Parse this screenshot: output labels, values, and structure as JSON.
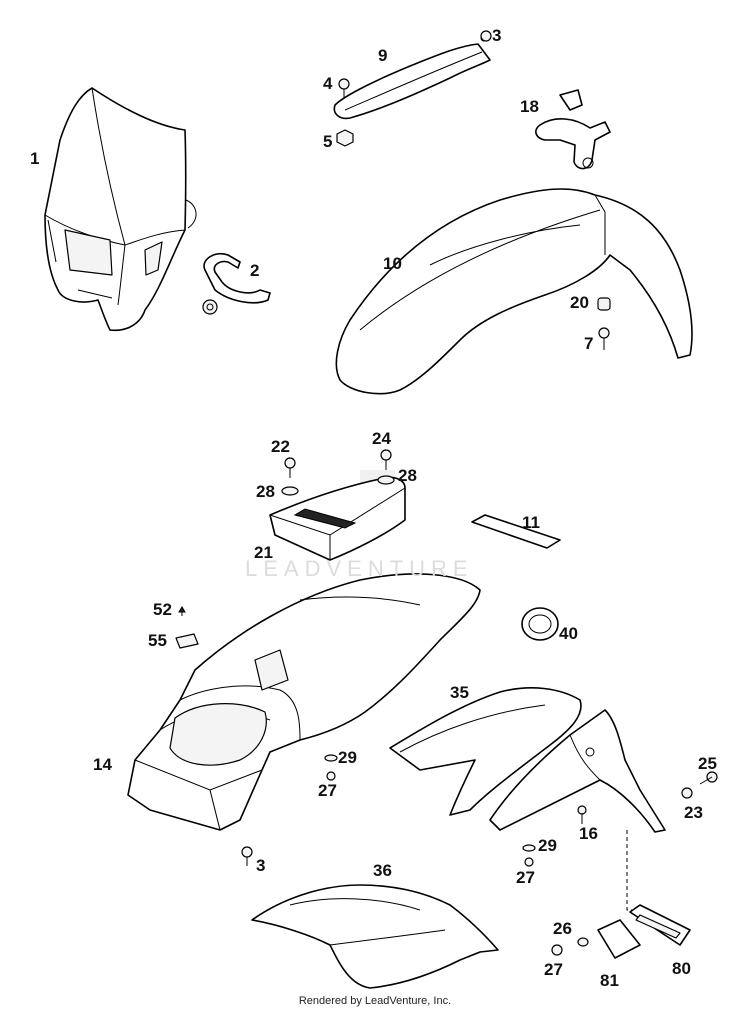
{
  "labels": {
    "p1": "1",
    "p2": "2",
    "p3a": "3",
    "p4": "4",
    "p5": "5",
    "p9": "9",
    "p18": "18",
    "p10": "10",
    "p20": "20",
    "p7": "7",
    "p22": "22",
    "p24": "24",
    "p28a": "28",
    "p28b": "28",
    "p21": "21",
    "p11": "11",
    "p52": "52",
    "p55": "55",
    "p40": "40",
    "p35": "35",
    "p14": "14",
    "p29a": "29",
    "p27a": "27",
    "p25": "25",
    "p23": "23",
    "p16": "16",
    "p29b": "29",
    "p27b": "27",
    "p3b": "3",
    "p36": "36",
    "p26": "26",
    "p27c": "27",
    "p81": "81",
    "p80": "80"
  },
  "watermark": "LEADVENTURE",
  "credit": "Rendered by LeadVenture, Inc."
}
